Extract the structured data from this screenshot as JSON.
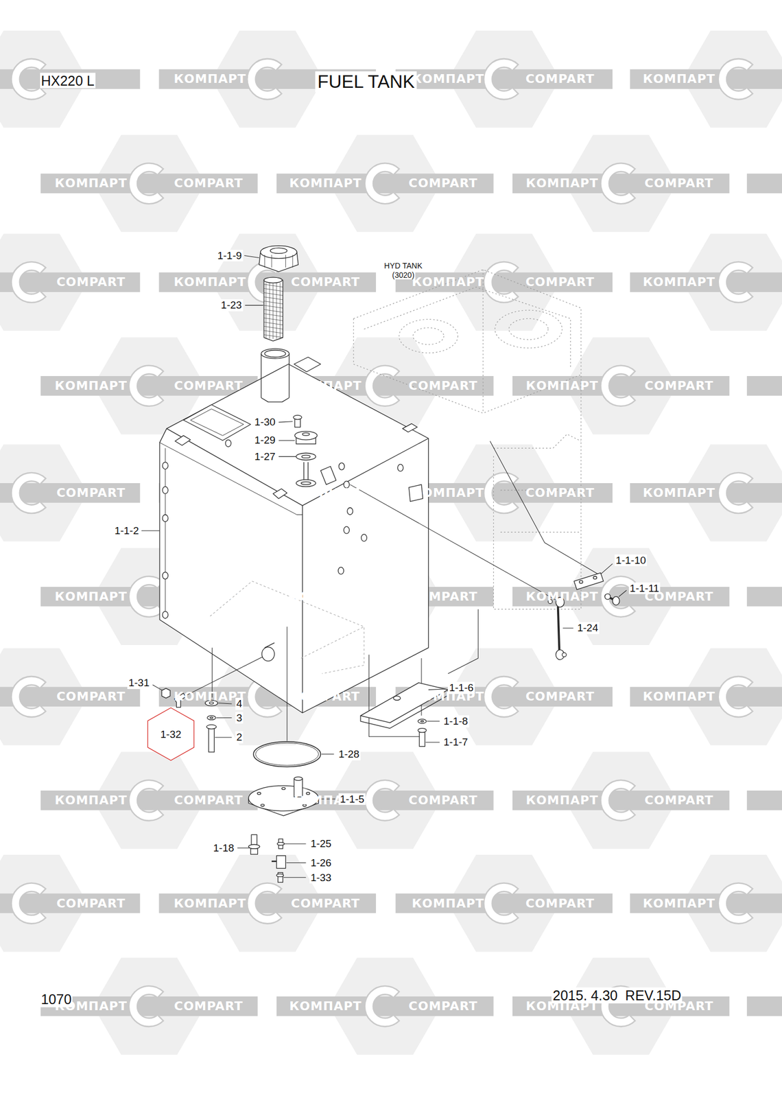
{
  "diagram": {
    "title": "FUEL TANK",
    "nodes": [
      {
        "text": [
          "1-32"
        ]
      }
    ],
    "labels": [
      "HX220 L",
      "HYD TANK",
      "(3020)",
      "1-1-9",
      "1-23",
      "1-30",
      "1-29",
      "1-27",
      "1-1-2",
      "1-1-10",
      "1-1-11",
      "1-24",
      "1-31",
      "1-1-6",
      "4",
      "3",
      "1-1-8",
      "2",
      "1-1-7",
      "1-28",
      "1-1-5",
      "1-25",
      "1-18",
      "1-26",
      "1-33",
      "1070",
      "2015. 4.30  REV.15D",
      "КОМПАРТ",
      "КОМПАРТ",
      "COMPART",
      "КОМПАРТ",
      "КОМПАРТ",
      "COMPART",
      "КОМПАРТ",
      "COMPART",
      "КОМПАРТ",
      "COMPART",
      "COMPART",
      "КОМПАРТ",
      "COMPART",
      "КОМПАРТ",
      "COMPART",
      "КОМПАРТ",
      "КОМПАРТ",
      "COMPART",
      "КОМПАРТ",
      "COMPART",
      "КОМПАРТ",
      "COMPART",
      "COMPART",
      "КОМПАРТ",
      "COMPART",
      "КОМПАРТ",
      "COMPART",
      "КОМПАРТ",
      "КОМПАРТ",
      "COMPART",
      "КОМПАРТ",
      "COMPART",
      "КОМПАРТ",
      "COMPART",
      "COMPART",
      "КОМПАРТ",
      "COMPART",
      "КОМПАРТ",
      "COMPART",
      "КОМПАРТ",
      "КОМПАРТ",
      "COMPART",
      "КОМПАРТ",
      "COMPART",
      "КОМПАРТ",
      "COMPART",
      "COMPART",
      "КОМПАРТ",
      "COMPART",
      "КОМПАРТ",
      "COMPART",
      "КОМПАРТ",
      "КОМПАРТ",
      "COMPART",
      "КОМПАРТ",
      "COMPART",
      "КОМПАРТ",
      "COMPART"
    ]
  }
}
